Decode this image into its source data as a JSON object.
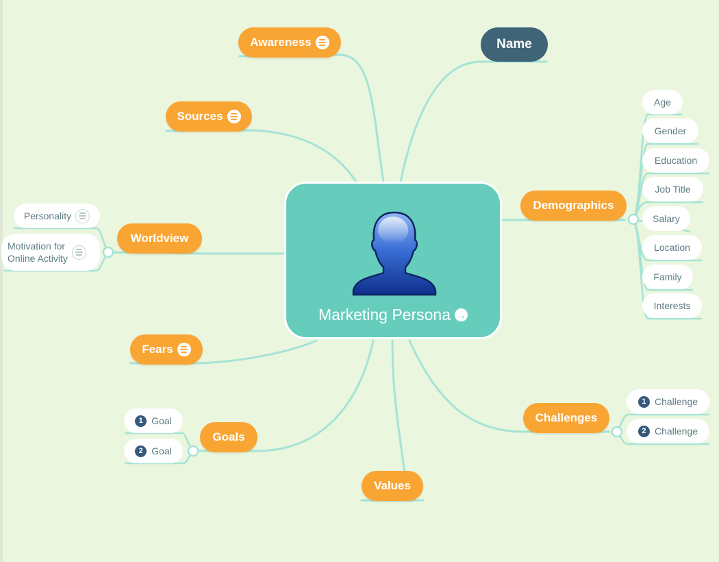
{
  "center": {
    "title": "Marketing Persona",
    "icon": "arrow-right-circle-icon",
    "image": "person-silhouette-icon"
  },
  "colors": {
    "background": "#eaf6de",
    "center": "#66cdbc",
    "topic": "#f9a534",
    "name": "#3f6478",
    "link": "#a6e3d6",
    "number": "#355a7c"
  },
  "topics": {
    "awareness": "Awareness",
    "name": "Name",
    "sources": "Sources",
    "demographics": "Demographics",
    "worldview": "Worldview",
    "fears": "Fears",
    "goals": "Goals",
    "values": "Values",
    "challenges": "Challenges"
  },
  "demographics_items": [
    "Age",
    "Gender",
    "Education",
    "Job Title",
    "Salary",
    "Location",
    "Family",
    "Interests"
  ],
  "worldview_items": {
    "personality": "Personality",
    "motivation_line1": "Motivation for",
    "motivation_line2": "Online Activity"
  },
  "goals_items": [
    {
      "number": "1",
      "label": "Goal"
    },
    {
      "number": "2",
      "label": "Goal"
    }
  ],
  "challenges_items": [
    {
      "number": "1",
      "label": "Challenge"
    },
    {
      "number": "2",
      "label": "Challenge"
    }
  ]
}
